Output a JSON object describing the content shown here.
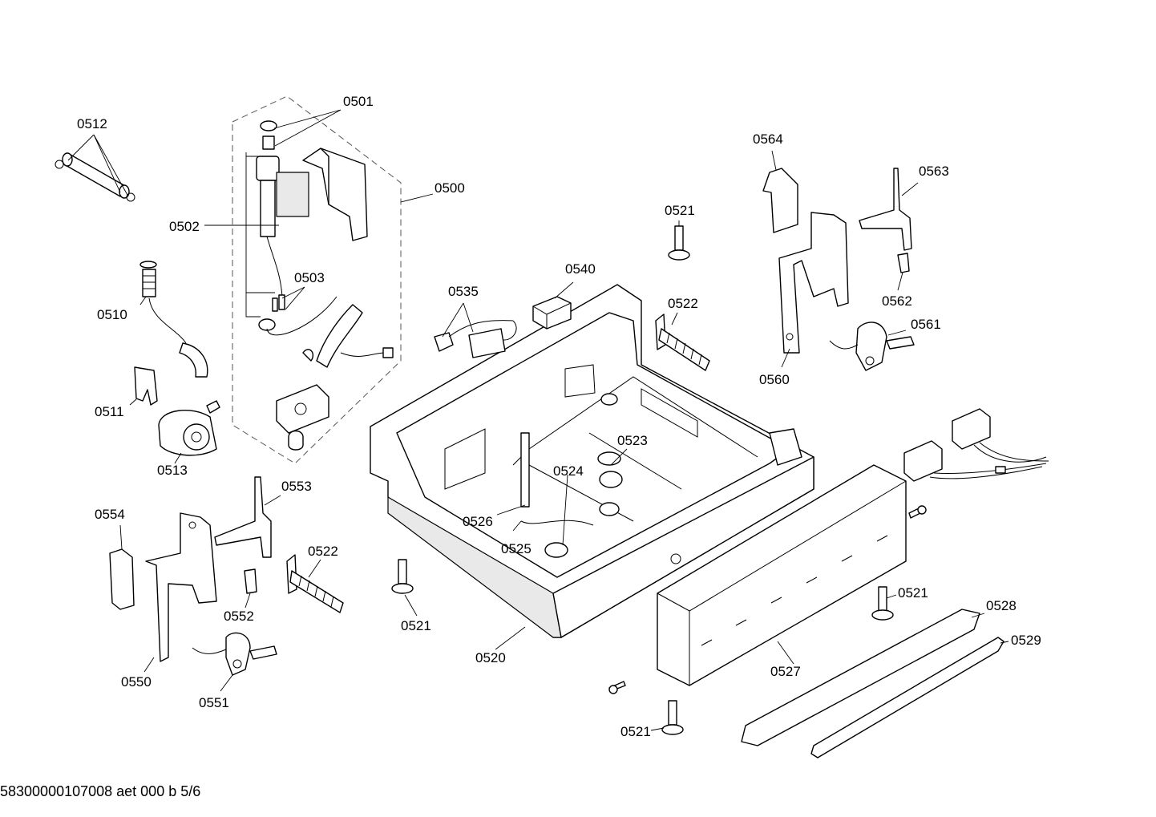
{
  "labels": {
    "p0500": "0500",
    "p0501": "0501",
    "p0502": "0502",
    "p0503": "0503",
    "p0510": "0510",
    "p0511": "0511",
    "p0512": "0512",
    "p0513": "0513",
    "p0520": "0520",
    "p0521a": "0521",
    "p0521b": "0521",
    "p0521c": "0521",
    "p0521d": "0521",
    "p0522a": "0522",
    "p0522b": "0522",
    "p0523": "0523",
    "p0524": "0524",
    "p0525": "0525",
    "p0526": "0526",
    "p0527": "0527",
    "p0528": "0528",
    "p0529": "0529",
    "p0535": "0535",
    "p0540": "0540",
    "p0550": "0550",
    "p0551": "0551",
    "p0552": "0552",
    "p0553": "0553",
    "p0554": "0554",
    "p0560": "0560",
    "p0561": "0561",
    "p0562": "0562",
    "p0563": "0563",
    "p0564": "0564"
  },
  "footer": "58300000107008 aet 000 b 5/6"
}
